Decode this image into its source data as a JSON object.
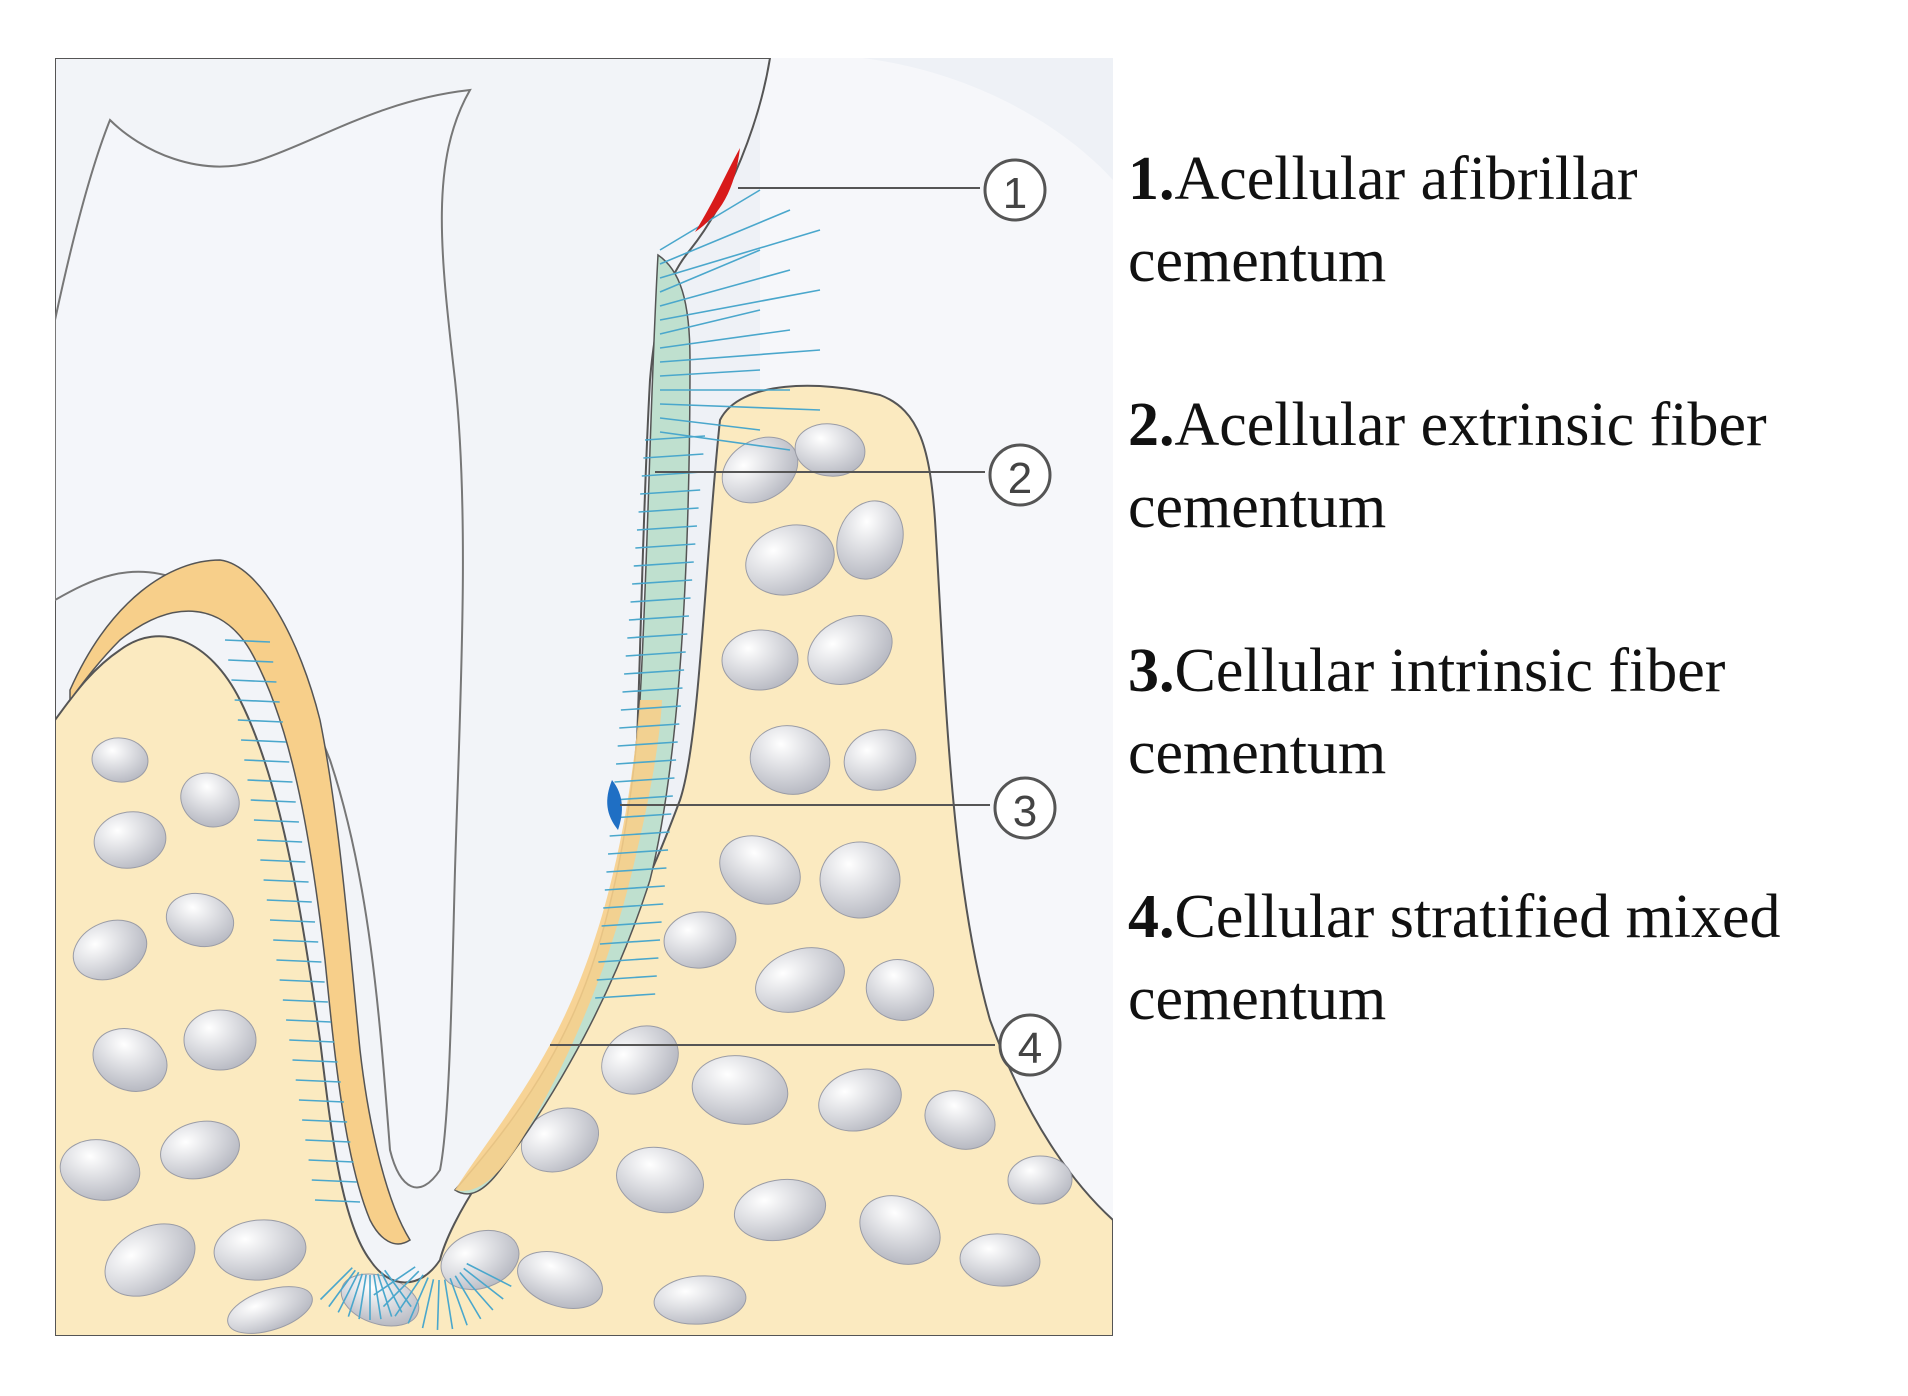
{
  "markers": [
    {
      "number": "1",
      "circle_label": "①"
    },
    {
      "number": "2",
      "circle_label": "②"
    },
    {
      "number": "3",
      "circle_label": "③"
    },
    {
      "number": "4",
      "circle_label": "④"
    }
  ],
  "legend": [
    {
      "num": "1.",
      "line1": "Acellular afibrillar",
      "line2": "cementum"
    },
    {
      "num": "2.",
      "line1": "Acellular extrinsic fiber",
      "line2": "cementum"
    },
    {
      "num": "3.",
      "line1": "Cellular intrinsic fiber",
      "line2": "cementum"
    },
    {
      "num": "4.",
      "line1": "Cellular stratified mixed",
      "line2": "cementum"
    }
  ],
  "colors": {
    "tooth": "#f2f4f8",
    "bone": "#fbeac0",
    "marrow": "#c9cbd3",
    "cementum_green": "#bfe0cf",
    "cementum_orange": "#f7cf8a",
    "fiber": "#4aa7cc",
    "afibrillar": "#d81a1a",
    "intrinsic": "#1f6fc4",
    "outline": "#555555"
  }
}
